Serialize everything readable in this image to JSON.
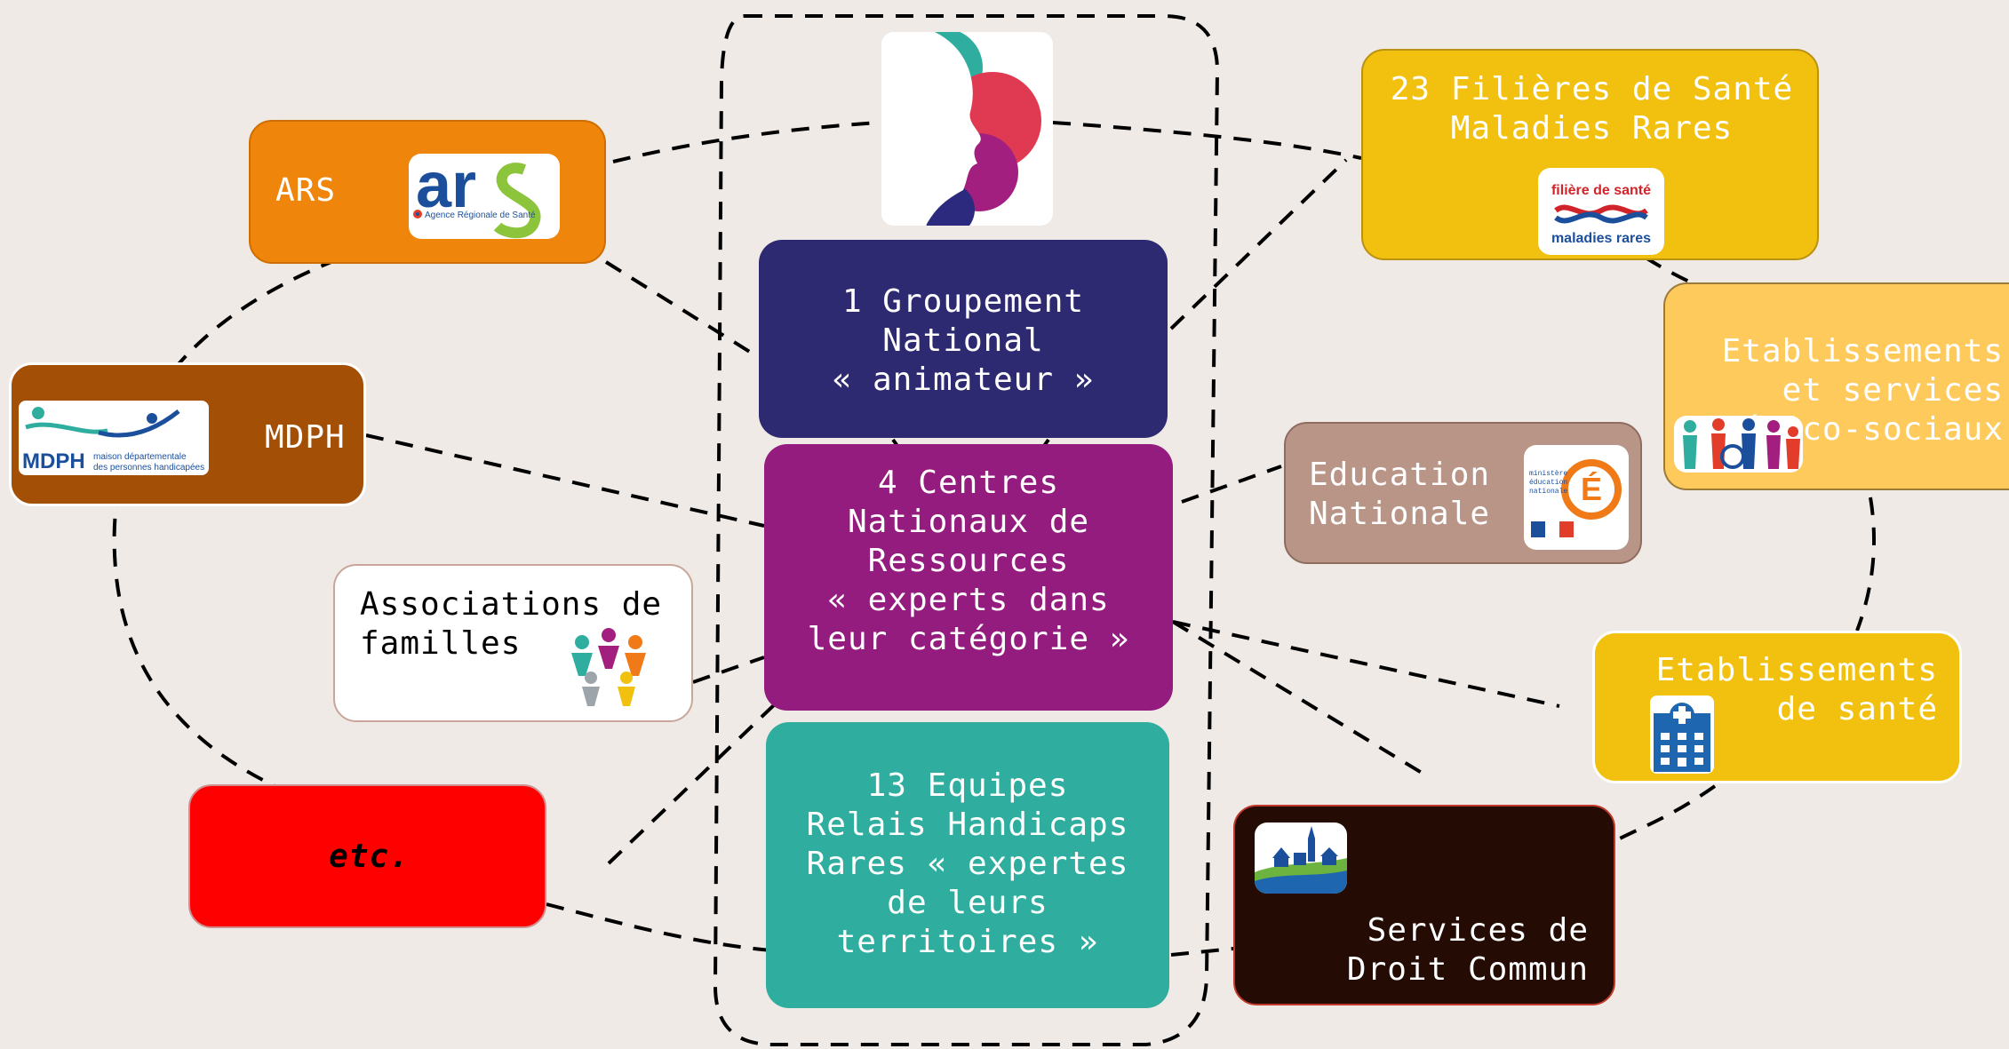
{
  "center_column": {
    "groupement": "1 Groupement\nNational\n« animateur »",
    "centres": "4 Centres\nNationaux de\nRessources\n« experts dans\nleur catégorie »",
    "equipes": "13 Equipes\nRelais Handicaps\nRares « expertes\nde leurs\nterritoires »"
  },
  "partners": {
    "ars": "ARS",
    "mdph": "MDPH",
    "associations": "Associations de\nfamilles",
    "etc": "etc.",
    "filieres": "23 Filières de Santé\nMaladies Rares",
    "etablissements_sociaux": "Etablissements\net services\nmédico-sociaux",
    "education": "Education\nNationale",
    "etablissements_sante": "Etablissements\nde santé",
    "droit_commun": "Services de\nDroit Commun"
  },
  "logos": {
    "ars_logo": "Agence Régionale de Santé",
    "mdph_logo": "maison départementale\ndes personnes handicapées",
    "filiere_logo_top": "filière de santé",
    "filiere_logo_bottom": "maladies rares",
    "education_logo": "ministère\néducation\nnationale"
  },
  "icons": [
    "profile-heads-logo",
    "ars-logo",
    "mdph-logo",
    "families-icon",
    "filiere-logo",
    "people-icon",
    "education-logo",
    "hospital-icon",
    "village-icon"
  ],
  "colors": {
    "background": "#f0eae6",
    "groupement": "#2e2a72",
    "centres": "#931c7e",
    "equipes": "#2fae9f",
    "ars": "#ef860b",
    "mdph": "#a34f06",
    "associations": "#ffffff",
    "etc": "#ff0000",
    "filieres": "#f2c10f",
    "etablissements_sociaux": "#ffca5c",
    "education": "#b99588",
    "etablissements_sante": "#f2c10f",
    "droit_commun": "#240b03"
  }
}
